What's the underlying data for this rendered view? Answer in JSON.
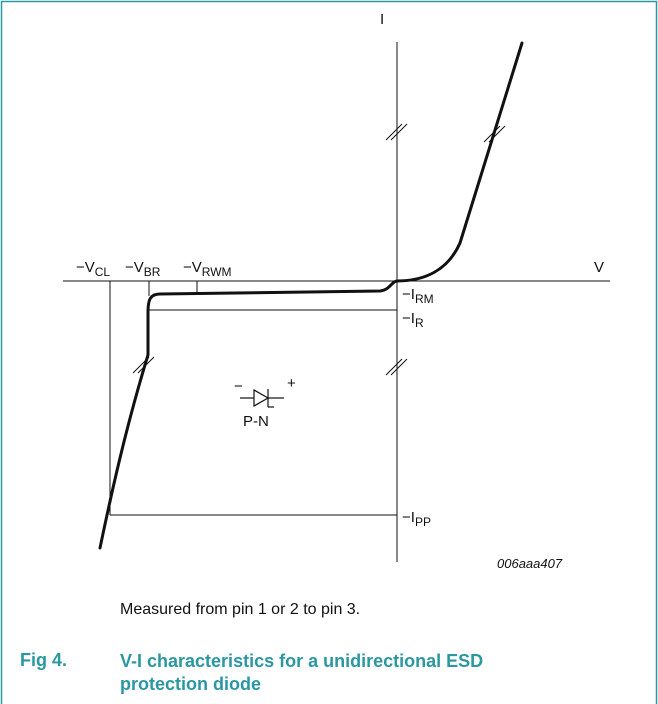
{
  "figure": {
    "number": "Fig 4.",
    "title": "V-I characteristics for a unidirectional ESD protection diode",
    "caption": "Measured from pin 1 or 2 to pin 3.",
    "code": "006aaa407",
    "border_color": "#2a97a1"
  },
  "axes": {
    "y_label": "I",
    "x_label": "V"
  },
  "voltage_labels": {
    "vcl": {
      "main": "−V",
      "sub": "CL"
    },
    "vbr": {
      "main": "−V",
      "sub": "BR"
    },
    "vrwm": {
      "main": "−V",
      "sub": "RWM"
    }
  },
  "current_labels": {
    "irm": {
      "main": "−I",
      "sub": "RM"
    },
    "ir": {
      "main": "−I",
      "sub": "R"
    },
    "ipp": {
      "main": "−I",
      "sub": "PP"
    }
  },
  "diode_symbol": {
    "minus": "−",
    "plus": "+",
    "label": "P-N",
    "icon": "diode-icon"
  }
}
